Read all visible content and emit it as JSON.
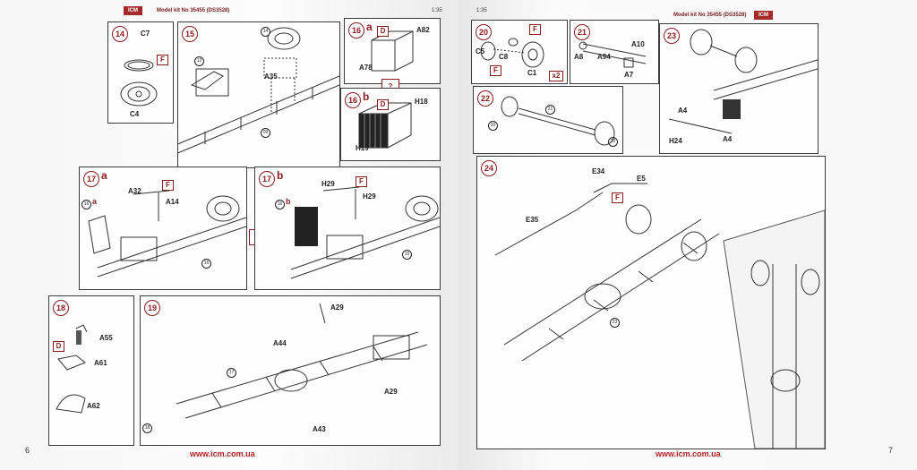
{
  "left_page": {
    "brand": "ICM",
    "header": "Model kit No 35455 (DS3528)",
    "scale": "1:35",
    "page_number": "6",
    "website": "www.icm.com.ua",
    "steps": {
      "s14": {
        "num": "14",
        "labels": [
          "C7",
          "C4"
        ],
        "box": "F"
      },
      "s15": {
        "num": "15",
        "labels": [
          "A35"
        ],
        "circles": [
          "12",
          "14",
          "09"
        ]
      },
      "s16a": {
        "num": "16",
        "sub": "a",
        "labels": [
          "A82",
          "A78"
        ],
        "box": "D"
      },
      "s16q": "?",
      "s16b": {
        "num": "16",
        "sub": "b",
        "labels": [
          "H18",
          "H19"
        ],
        "box": "D"
      },
      "s17a": {
        "num": "17",
        "sub": "a",
        "labels": [
          "A32",
          "A14"
        ],
        "box": "F",
        "circles": [
          "16",
          "15"
        ],
        "ref": "a"
      },
      "s17q": "?",
      "s17b": {
        "num": "17",
        "sub": "b",
        "labels": [
          "H29",
          "H29"
        ],
        "box": "F",
        "circles": [
          "16",
          "15"
        ],
        "ref": "b"
      },
      "s18": {
        "num": "18",
        "labels": [
          "A55",
          "A61",
          "A62"
        ],
        "box": "D"
      },
      "s19": {
        "num": "19",
        "labels": [
          "A29",
          "A44",
          "A29",
          "A43"
        ],
        "circles": [
          "17",
          "18"
        ]
      }
    }
  },
  "right_page": {
    "brand": "ICM",
    "header": "Model kit No 35455 (DS3528)",
    "scale": "1:35",
    "page_number": "7",
    "website": "www.icm.com.ua",
    "steps": {
      "s20": {
        "num": "20",
        "labels": [
          "C5",
          "C8",
          "C1"
        ],
        "box": "F",
        "qty": "x2"
      },
      "s21": {
        "num": "21",
        "labels": [
          "A10",
          "A8",
          "A94",
          "A7"
        ]
      },
      "s22": {
        "num": "22",
        "circles": [
          "20",
          "21",
          "20"
        ]
      },
      "s23": {
        "num": "23",
        "labels": [
          "A4",
          "H24",
          "A4"
        ]
      },
      "s24": {
        "num": "24",
        "labels": [
          "E34",
          "E5",
          "E35"
        ],
        "box": "F",
        "circles": [
          "23"
        ]
      }
    }
  }
}
